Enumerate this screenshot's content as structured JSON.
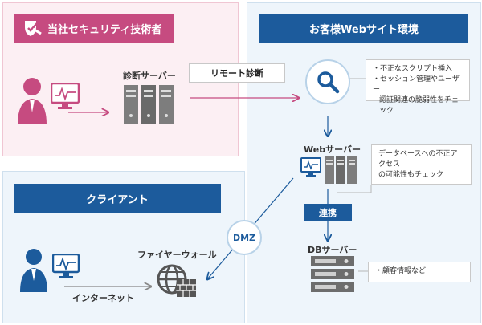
{
  "panels": {
    "security_team": {
      "title": "当社セキュリティ技術者"
    },
    "customer_env": {
      "title": "お客様Webサイト環境"
    },
    "client": {
      "title": "クライアント"
    }
  },
  "labels": {
    "diag_server": "診断サーバー",
    "remote_diag": "リモート診断",
    "web_server": "Webサーバー",
    "db_server": "DBサーバー",
    "link": "連携",
    "dmz": "DMZ",
    "firewall": "ファイヤーウォール",
    "internet": "インターネット"
  },
  "callouts": {
    "scan": [
      "・不正なスクリプト挿入",
      "・セッション管理やユーザー",
      "認証関連の脆弱性をチェック"
    ],
    "web": [
      "データベースへの不正アクセス",
      "の可能性もチェック"
    ],
    "db": [
      "・顧客情報など"
    ]
  },
  "colors": {
    "pink": "#c64b80",
    "blue": "#1c5b9c"
  },
  "icons": [
    "shield-icon",
    "person-icon",
    "monitor-icon",
    "server-icon",
    "magnifier-icon",
    "database-icon",
    "firewall-icon"
  ]
}
